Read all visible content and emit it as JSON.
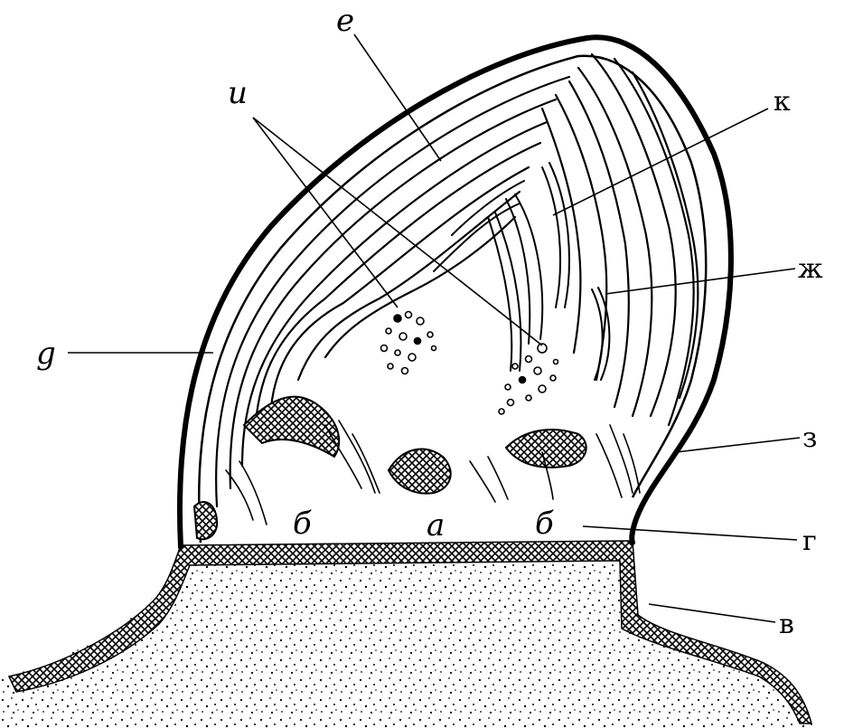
{
  "figure": {
    "labels": {
      "e": "е",
      "i": "и",
      "k": "к",
      "zh": "ж",
      "d": "g",
      "z": "з",
      "g": "г",
      "v": "в",
      "b_left": "б",
      "a": "а",
      "b_right": "б"
    },
    "colors": {
      "ink": "#000000",
      "paper": "#ffffff"
    }
  }
}
